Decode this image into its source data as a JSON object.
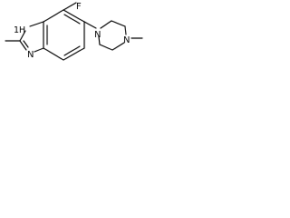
{
  "structure": {
    "atoms": {
      "fluorine": "F",
      "nh": "1H",
      "n_imidazole": "N",
      "n_piperazine_aryl": "N",
      "n_piperazine_methyl": "N"
    }
  },
  "colors": {
    "bond": "#000000",
    "background": "#ffffff"
  }
}
